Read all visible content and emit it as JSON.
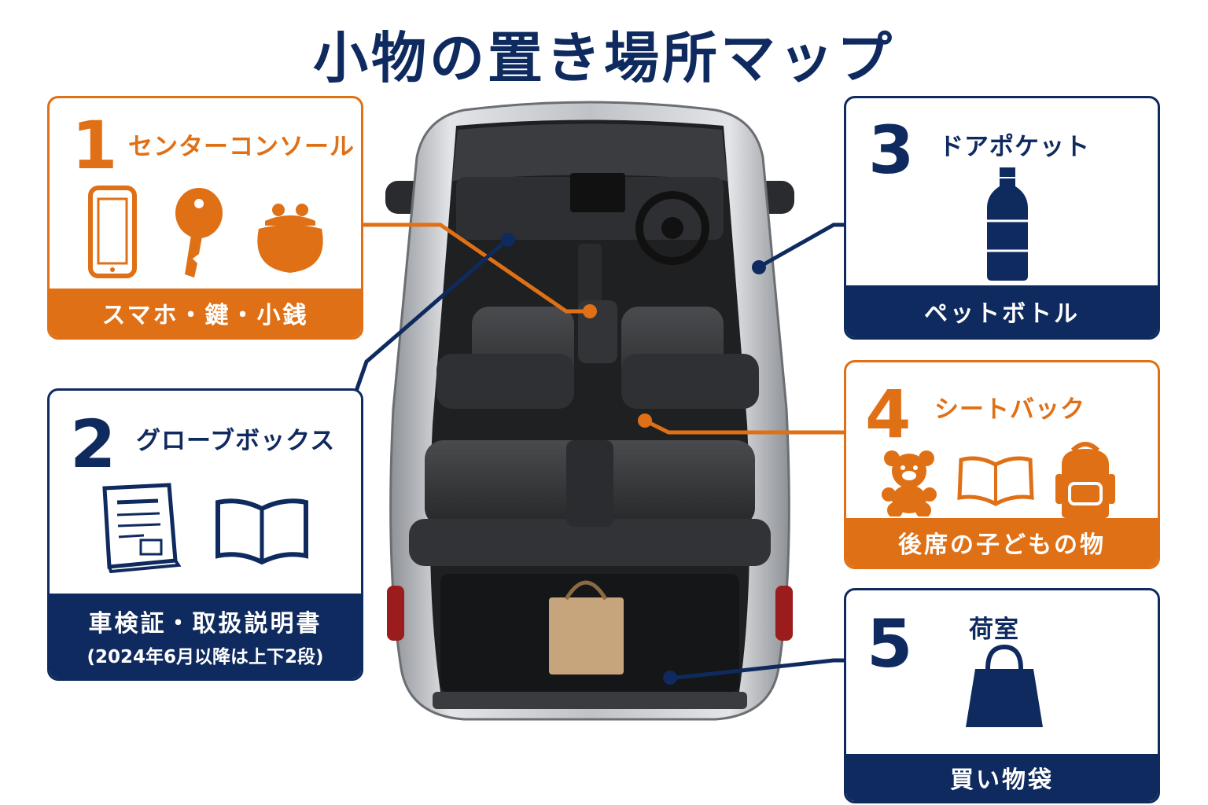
{
  "title": "小物の置き場所マップ",
  "colors": {
    "orange": "#e07016",
    "navy": "#0f2a5e"
  },
  "zones": [
    {
      "number": "1",
      "heading": "センターコンソール",
      "items": "スマホ・鍵・小銭",
      "icons": [
        "smartphone-icon",
        "key-icon",
        "coin-purse-icon"
      ]
    },
    {
      "number": "2",
      "heading": "グローブボックス",
      "items": "車検証・取扱説明書",
      "note": "(2024年6月以降は上下2段)",
      "icons": [
        "vehicle-document-icon",
        "open-manual-icon"
      ]
    },
    {
      "number": "3",
      "heading": "ドアポケット",
      "items": "ペットボトル",
      "icons": [
        "plastic-bottle-icon"
      ]
    },
    {
      "number": "4",
      "heading": "シートバック",
      "items": "後席の子どもの物",
      "icons": [
        "teddy-bear-icon",
        "picture-book-icon",
        "backpack-icon"
      ]
    },
    {
      "number": "5",
      "heading": "荷室",
      "items": "買い物袋",
      "icons": [
        "shopping-bag-icon"
      ]
    }
  ]
}
